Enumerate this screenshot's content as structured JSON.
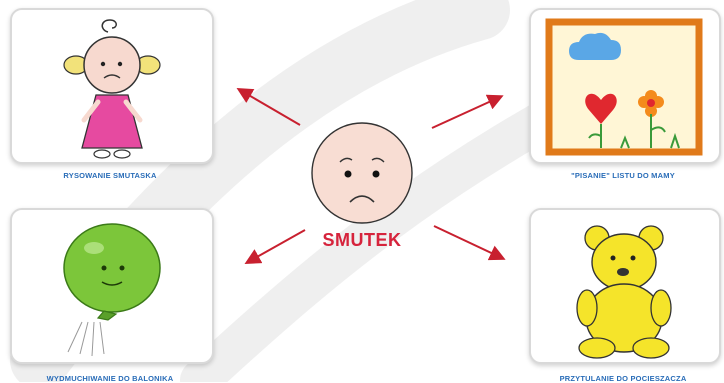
{
  "center": {
    "label": "SMUTEK"
  },
  "cards": {
    "top_left": {
      "caption": "RYSOWANIE SMUTASKA"
    },
    "top_right": {
      "caption": "\"PISANIE\" LISTU DO MAMY"
    },
    "bottom_left": {
      "caption": "WYDMUCHIWANIE DO BALONIKA"
    },
    "bottom_right": {
      "caption": "PRZYTULANIE DO POCIESZACZA"
    }
  },
  "colors": {
    "accent_red": "#d6233c",
    "caption_blue": "#2a6db8",
    "arrow_red": "#c8202f"
  }
}
